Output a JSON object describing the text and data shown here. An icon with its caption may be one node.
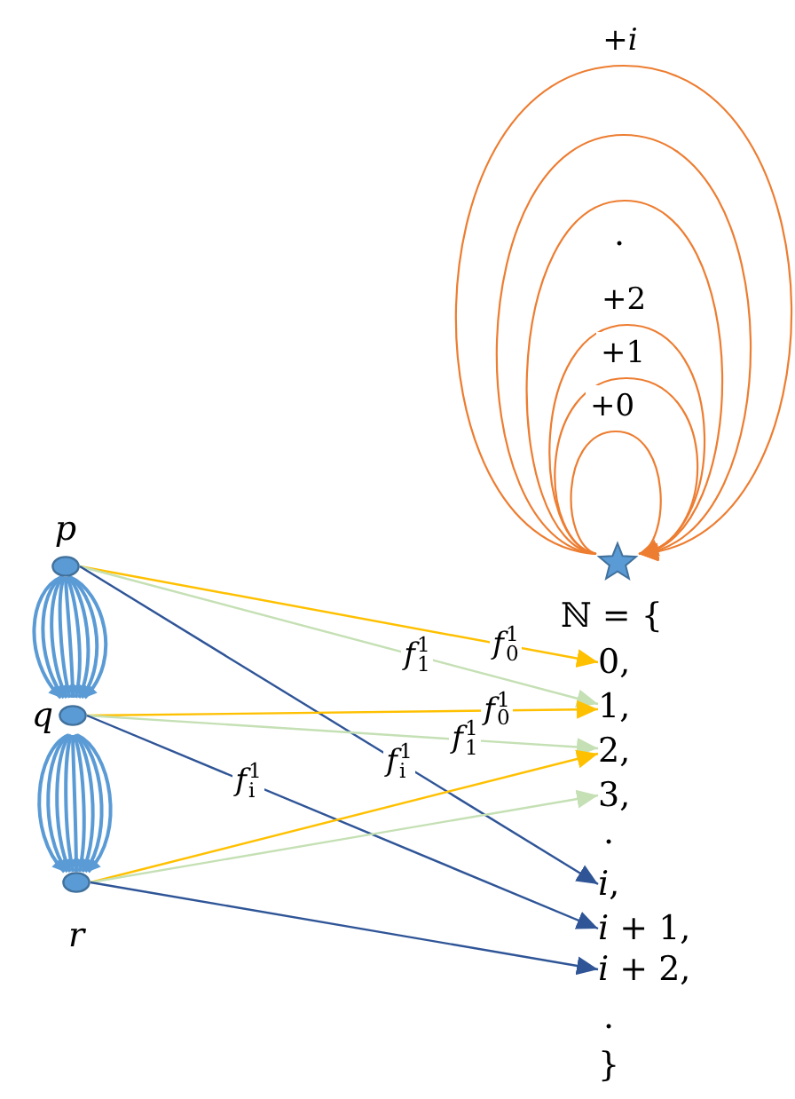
{
  "diagram": {
    "nodes": [
      {
        "text": [
          "p"
        ]
      },
      {
        "text": [
          "q"
        ]
      },
      {
        "text": [
          "r"
        ]
      },
      {
        "text": [],
        "shape": "star"
      },
      {
        "text": [
          "0,"
        ]
      },
      {
        "text": [
          "1,"
        ]
      },
      {
        "text": [
          "2,"
        ]
      },
      {
        "text": [
          "3,"
        ]
      },
      {
        "text": [
          "*i*,"
        ]
      },
      {
        "text": [
          "*i* + 1,"
        ]
      },
      {
        "text": [
          "*i* + 2,"
        ]
      }
    ],
    "edges": [
      {
        "from": 0,
        "to": 1,
        "arrow": "to"
      },
      {
        "from": 0,
        "to": 1,
        "arrow": "to"
      },
      {
        "from": 0,
        "to": 1,
        "arrow": "to"
      },
      {
        "from": 0,
        "to": 1,
        "arrow": "to"
      },
      {
        "from": 0,
        "to": 1,
        "arrow": "to"
      },
      {
        "from": 0,
        "to": 1,
        "arrow": "to"
      },
      {
        "from": 0,
        "to": 1,
        "arrow": "to"
      },
      {
        "from": 0,
        "to": 1,
        "arrow": "to"
      },
      {
        "from": 0,
        "to": 1,
        "arrow": "to"
      },
      {
        "from": 1,
        "to": 2,
        "arrow": "to"
      },
      {
        "from": 1,
        "to": 2,
        "arrow": "to"
      },
      {
        "from": 1,
        "to": 2,
        "arrow": "to"
      },
      {
        "from": 1,
        "to": 2,
        "arrow": "to"
      },
      {
        "from": 1,
        "to": 2,
        "arrow": "to"
      },
      {
        "from": 1,
        "to": 2,
        "arrow": "to"
      },
      {
        "from": 1,
        "to": 2,
        "arrow": "to"
      },
      {
        "from": 1,
        "to": 2,
        "arrow": "to"
      },
      {
        "from": 1,
        "to": 2,
        "arrow": "to"
      },
      {
        "from": 3,
        "to": 3,
        "arrow": "to",
        "label": "+0",
        "color": "#ed7d31"
      },
      {
        "from": 3,
        "to": 3,
        "arrow": "to",
        "label": "+1",
        "color": "#ed7d31"
      },
      {
        "from": 3,
        "to": 3,
        "arrow": "to",
        "label": "+2",
        "color": "#ed7d31"
      },
      {
        "from": 3,
        "to": 3,
        "arrow": "to",
        "color": "#ed7d31"
      },
      {
        "from": 3,
        "to": 3,
        "arrow": "to",
        "color": "#ed7d31"
      },
      {
        "from": 3,
        "to": 3,
        "arrow": "to",
        "label": "+*i*",
        "color": "#ed7d31"
      },
      {
        "from": 0,
        "to": 4,
        "arrow": "to",
        "label": "*f*$_{0}$$^{1}$",
        "color": "#ffc000"
      },
      {
        "from": 0,
        "to": 5,
        "arrow": "to",
        "label": "*f*$_{1}$$^{1}$",
        "color": "#c5e0b4"
      },
      {
        "from": 0,
        "to": 8,
        "arrow": "to",
        "label": "*f*$_{i}$$^{1}$",
        "color": "#2f5597"
      },
      {
        "from": 1,
        "to": 5,
        "arrow": "to",
        "label": "*f*$_{0}$$^{1}$",
        "color": "#ffc000"
      },
      {
        "from": 1,
        "to": 6,
        "arrow": "to",
        "label": "*f*$_{1}$$^{1}$",
        "color": "#c5e0b4"
      },
      {
        "from": 1,
        "to": 9,
        "arrow": "to",
        "label": "*f*$_{i}$$^{1}$",
        "color": "#2f5597"
      },
      {
        "from": 2,
        "to": 6,
        "arrow": "to",
        "color": "#ffc000"
      },
      {
        "from": 2,
        "to": 7,
        "arrow": "to",
        "color": "#c5e0b4"
      },
      {
        "from": 2,
        "to": 10,
        "arrow": "to",
        "color": "#2f5597"
      }
    ],
    "labels": [
      ".",
      "ℕ = {",
      ".",
      ".",
      "}"
    ]
  }
}
